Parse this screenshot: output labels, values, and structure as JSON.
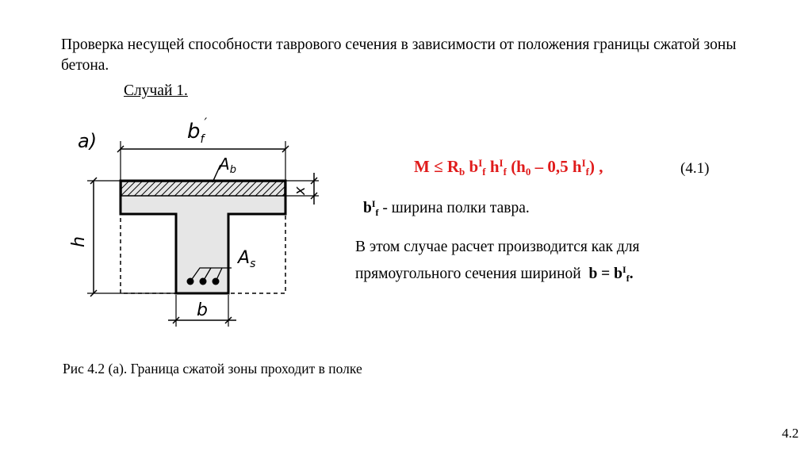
{
  "title": "Проверка несущей способности таврового сечения в зависимости  от положения границы сжатой зоны бетона.",
  "case_label": "Случай 1.",
  "formula": {
    "m": "M ≤ R",
    "b_sub": "b",
    "b1": "b",
    "sup1": "I",
    "f1": "f",
    "h1": "h",
    "sup2": "I",
    "f2": "f",
    "paren": "(h",
    "zero": "0",
    "middle": "– 0,5 h",
    "sup3": "I",
    "f3": "f",
    "tail": ") ,"
  },
  "formula_number": "(4.1)",
  "definition": {
    "b": "b",
    "sup": "I",
    "sub": "f",
    "text": "- ширина полки тавра."
  },
  "note": {
    "line1": "В этом случае расчет  производится как для",
    "line2": "прямоугольного сечения  шириной",
    "eq": "b = b",
    "sup": "I",
    "sub": "f",
    "dot": "."
  },
  "figure": {
    "label_a": "а)",
    "label_bf": "b",
    "label_bf_sub": "f",
    "label_bf_prime": "′",
    "label_Ab": "A",
    "label_Ab_sub": "b",
    "label_x": "x",
    "label_h": "h",
    "label_As": "A",
    "label_As_sub": "s",
    "label_b": "b"
  },
  "caption": "Рис 4.2 (а). Граница сжатой зоны проходит в полке",
  "slide_number": "4.2",
  "colors": {
    "formula": "#e01b1b",
    "text": "#000000"
  }
}
